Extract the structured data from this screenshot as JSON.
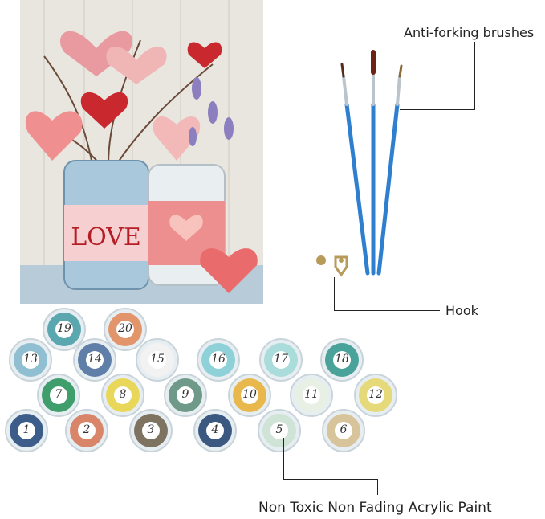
{
  "labels": {
    "brushes": "Anti-forking brushes",
    "hook": "Hook",
    "paint": "Non Toxic Non Fading Acrylic Paint"
  },
  "artwork": {
    "jar_text": "LOVE"
  },
  "paint_pots": [
    {
      "num": "19",
      "color": "#5aa7b0"
    },
    {
      "num": "20",
      "color": "#e2956a"
    },
    {
      "num": "13",
      "color": "#8fbfd0"
    },
    {
      "num": "14",
      "color": "#5f7fa8"
    },
    {
      "num": "15",
      "color": "#f2f2f2"
    },
    {
      "num": "16",
      "color": "#8fd1d8"
    },
    {
      "num": "17",
      "color": "#a9dcda"
    },
    {
      "num": "18",
      "color": "#4aa39a"
    },
    {
      "num": "7",
      "color": "#3f9e6b"
    },
    {
      "num": "8",
      "color": "#e9d75a"
    },
    {
      "num": "9",
      "color": "#6f9a8a"
    },
    {
      "num": "10",
      "color": "#e8b84c"
    },
    {
      "num": "11",
      "color": "#e8efe4"
    },
    {
      "num": "12",
      "color": "#e6d97a"
    },
    {
      "num": "1",
      "color": "#3c5c8a"
    },
    {
      "num": "2",
      "color": "#d9856a"
    },
    {
      "num": "3",
      "color": "#7d7360"
    },
    {
      "num": "4",
      "color": "#3a5880"
    },
    {
      "num": "5",
      "color": "#cfe3d6"
    },
    {
      "num": "6",
      "color": "#d8c49a"
    }
  ]
}
